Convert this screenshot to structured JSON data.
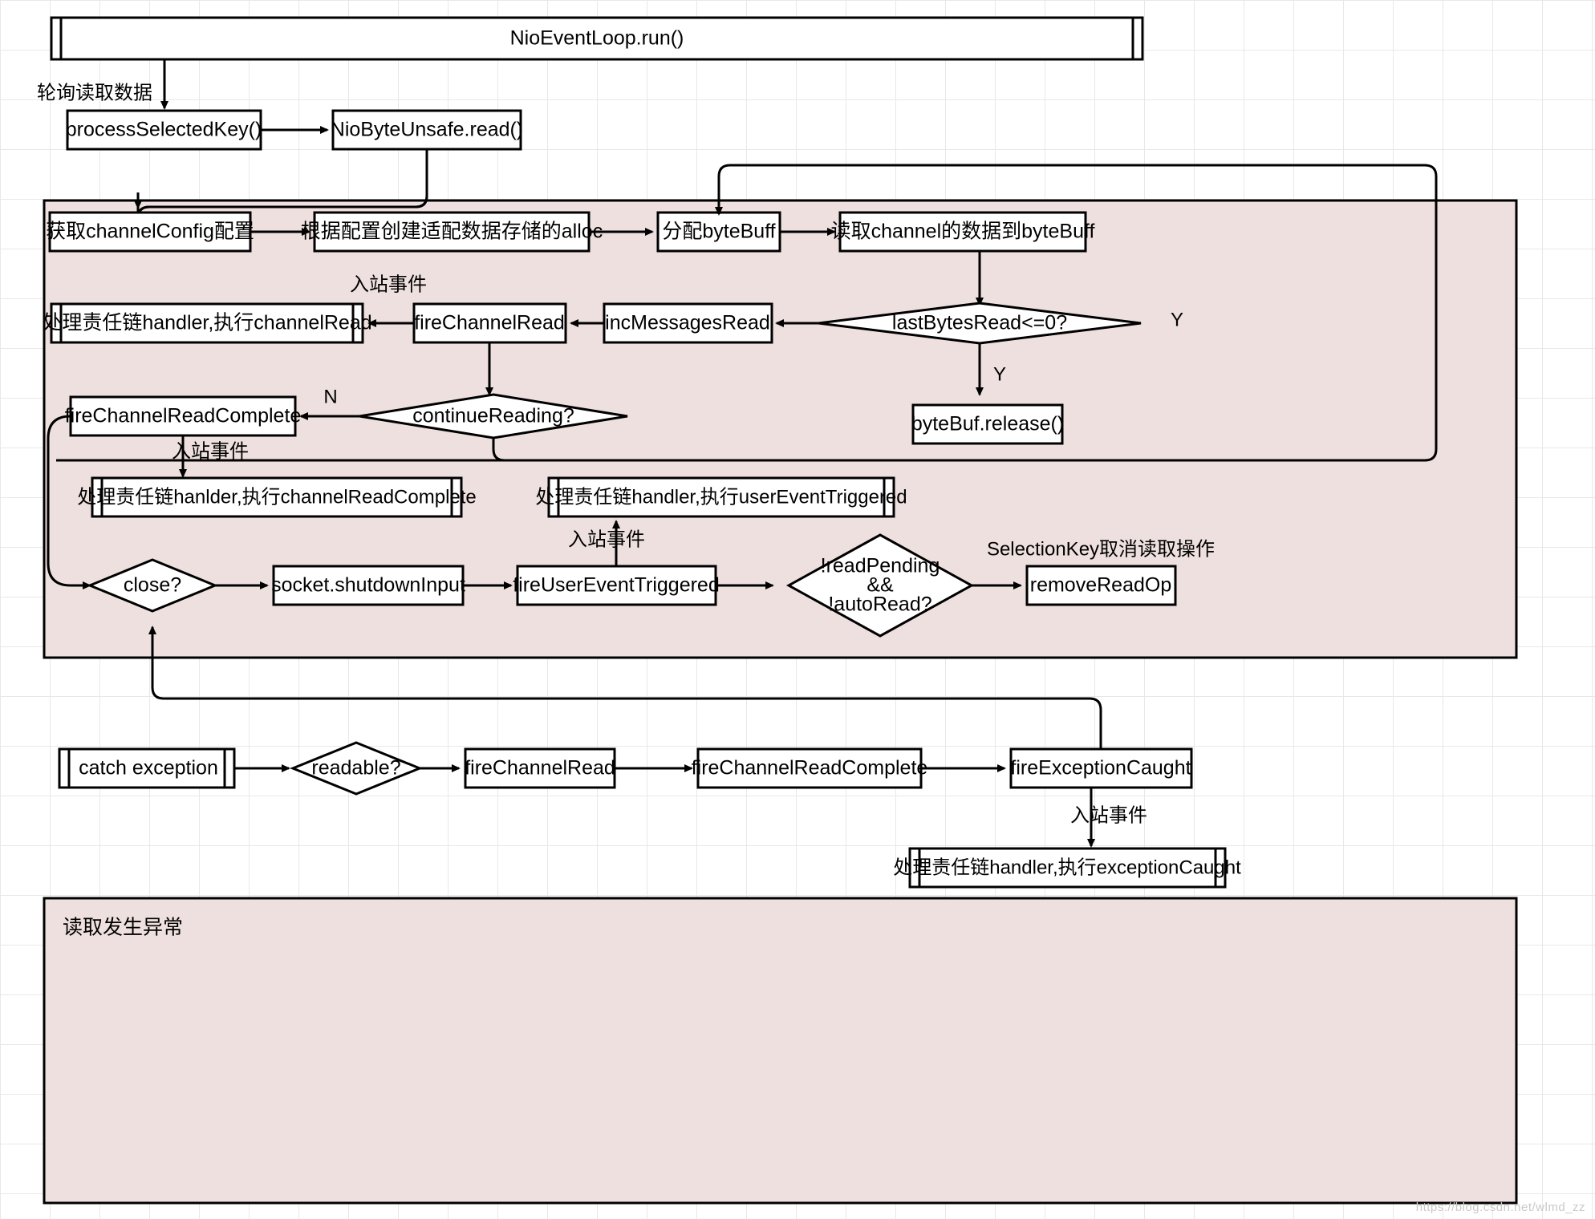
{
  "diagram": {
    "title": "Netty NioByteUnsafe.read() flow",
    "background_color": "#ffffff",
    "lane_fill": "#eee0de",
    "node_fill": "#ffffff",
    "stroke_color": "#000000",
    "watermark": "https://blog.csdn.net/wlmd_zz"
  },
  "nodes": {
    "event_loop": {
      "label": "NioEventLoop.run()",
      "shape": "subprocess"
    },
    "process_selected_key": {
      "label": "processSelectedKey()",
      "shape": "rect"
    },
    "nio_byte_unsafe_read": {
      "label": "NioByteUnsafe.read()",
      "shape": "rect"
    },
    "get_channel_config": {
      "label": "获取channelConfig配置",
      "shape": "rect"
    },
    "create_alloc": {
      "label": "根据配置创建适配数据存储的alloc",
      "shape": "rect"
    },
    "alloc_bytebuff": {
      "label": "分配byteBuff",
      "shape": "rect"
    },
    "read_channel_to_bytebuff": {
      "label": "读取channel的数据到byteBuff",
      "shape": "rect"
    },
    "last_bytes_read": {
      "label": "lastBytesRead<=0?",
      "shape": "diamond"
    },
    "bytebuf_release": {
      "label": "byteBuf.release()",
      "shape": "rect"
    },
    "inc_messages_read": {
      "label": "incMessagesRead",
      "shape": "rect"
    },
    "fire_channel_read": {
      "label": "fireChannelRead",
      "shape": "rect"
    },
    "handler_channel_read": {
      "label": "处理责任链handler,执行channelRead",
      "shape": "subprocess"
    },
    "continue_reading": {
      "label": "continueReading?",
      "shape": "diamond"
    },
    "fire_channel_read_complete": {
      "label": "fireChannelReadComplete",
      "shape": "rect"
    },
    "handler_channel_read_complete": {
      "label": "处理责任链hanlder,执行channelReadComplete",
      "shape": "subprocess"
    },
    "handler_user_event_triggered": {
      "label": "处理责任链handler,执行userEventTriggered",
      "shape": "subprocess"
    },
    "close_decision": {
      "label": "close?",
      "shape": "diamond"
    },
    "socket_shutdown_input": {
      "label": "socket.shutdownInput",
      "shape": "rect"
    },
    "fire_user_event_triggered": {
      "label": "fireUserEventTriggered",
      "shape": "rect"
    },
    "read_pending_decision": {
      "label": "!readPending\n&&\n!autoRead?",
      "shape": "diamond",
      "lines": [
        "!readPending",
        "&&",
        "!autoRead?"
      ]
    },
    "remove_read_op": {
      "label": "removeReadOp",
      "shape": "rect"
    },
    "catch_exception": {
      "label": "catch exception",
      "shape": "subprocess"
    },
    "readable_decision": {
      "label": "readable?",
      "shape": "diamond"
    },
    "ex_fire_channel_read": {
      "label": "fireChannelRead",
      "shape": "rect"
    },
    "ex_fire_channel_read_complete": {
      "label": "fireChannelReadComplete",
      "shape": "rect"
    },
    "fire_exception_caught": {
      "label": "fireExceptionCaught",
      "shape": "rect"
    },
    "handler_exception_caught": {
      "label": "处理责任链handler,执行exceptionCaught",
      "shape": "subprocess"
    }
  },
  "lanes": {
    "read_lane": {
      "label": ""
    },
    "exception_lane": {
      "label": "读取发生异常"
    }
  },
  "edge_labels": {
    "poll_read_data": "轮询读取数据",
    "inbound_event_1": "入站事件",
    "inbound_event_2": "入站事件",
    "inbound_event_3": "入站事件",
    "inbound_event_4": "入站事件",
    "yes_right": "Y",
    "yes_down": "Y",
    "no_continue": "N",
    "selection_key_cancel": "SelectionKey取消读取操作"
  }
}
